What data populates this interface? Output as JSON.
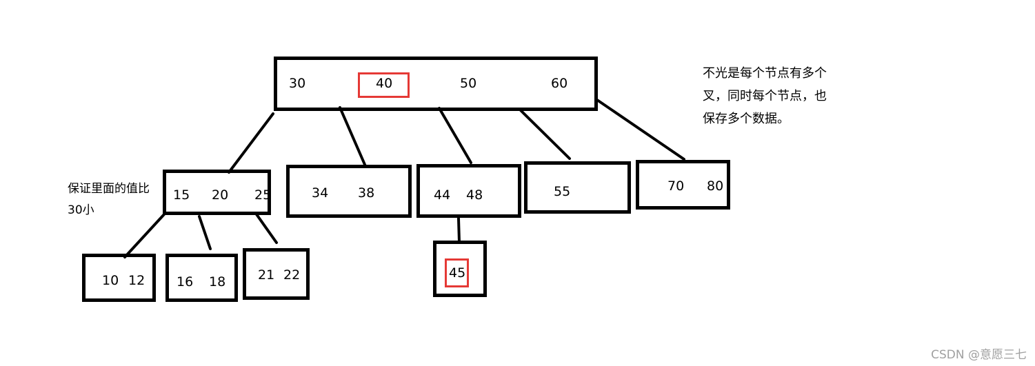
{
  "root": {
    "keys": [
      "30",
      "40",
      "50",
      "60"
    ],
    "highlighted": "40"
  },
  "level2": [
    {
      "keys": [
        "15",
        "20",
        "25"
      ]
    },
    {
      "keys": [
        "34",
        "38"
      ]
    },
    {
      "keys": [
        "44",
        "48"
      ]
    },
    {
      "keys": [
        "55"
      ]
    },
    {
      "keys": [
        "70",
        "80"
      ]
    }
  ],
  "level3": [
    {
      "keys": [
        "10",
        "12"
      ]
    },
    {
      "keys": [
        "16",
        "18"
      ]
    },
    {
      "keys": [
        "21",
        "22"
      ]
    },
    {
      "keys": [
        "45"
      ],
      "highlighted": "45"
    }
  ],
  "notes": {
    "right": [
      "不光是每个节点有多个",
      "叉，同时每个节点，也",
      "保存多个数据。"
    ],
    "left": [
      "保证里面的值比",
      "30小"
    ]
  },
  "watermark": "CSDN @意愿三七",
  "colors": {
    "stroke": "#000000",
    "highlight": "#e53935",
    "watermark": "#a0a0a0"
  }
}
